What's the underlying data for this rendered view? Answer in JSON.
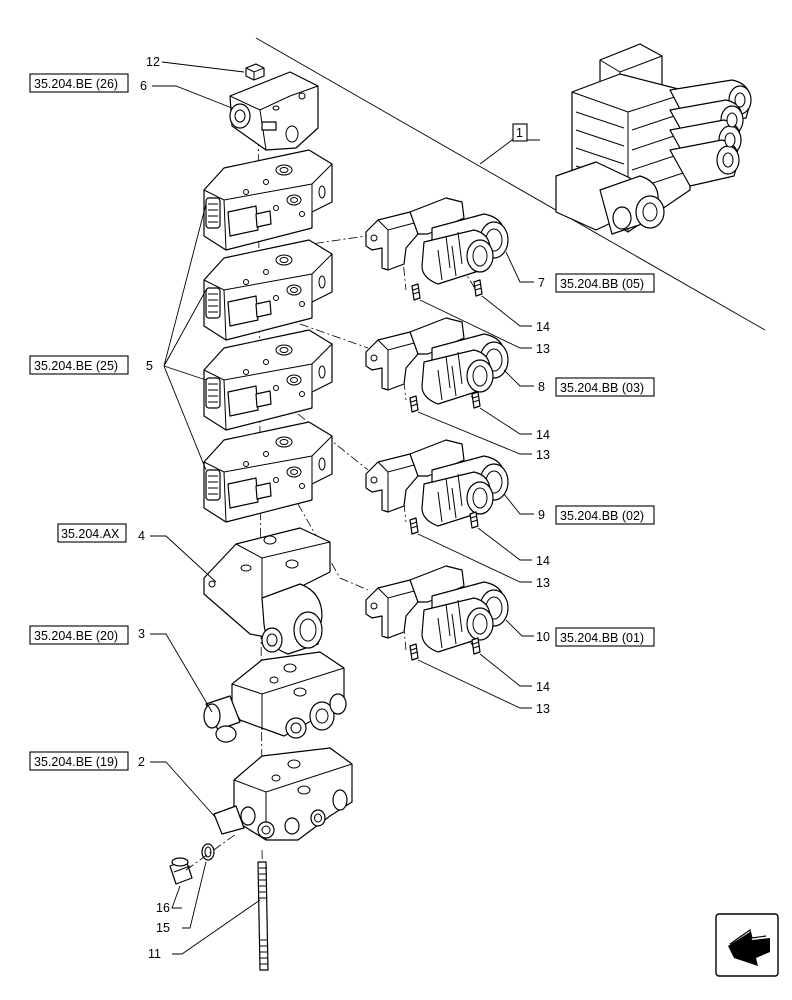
{
  "diagram": {
    "references": {
      "ref_26": "35.204.BE (26)",
      "ref_25": "35.204.BE (25)",
      "ref_ax": "35.204.AX",
      "ref_20": "35.204.BE (20)",
      "ref_19": "35.204.BE (19)",
      "ref_bb05": "35.204.BB (05)",
      "ref_bb03": "35.204.BB (03)",
      "ref_bb02": "35.204.BB (02)",
      "ref_bb01": "35.204.BB (01)"
    },
    "callouts": {
      "n1": "1",
      "n2": "2",
      "n3": "3",
      "n4": "4",
      "n5": "5",
      "n6": "6",
      "n7": "7",
      "n8": "8",
      "n9": "9",
      "n10": "10",
      "n11": "11",
      "n12": "12",
      "n13a": "13",
      "n13b": "13",
      "n13c": "13",
      "n13d": "13",
      "n14a": "14",
      "n14b": "14",
      "n14c": "14",
      "n14d": "14",
      "n15": "15",
      "n16": "16"
    },
    "icons": {
      "navigation": "next-page-arrow-icon"
    }
  }
}
